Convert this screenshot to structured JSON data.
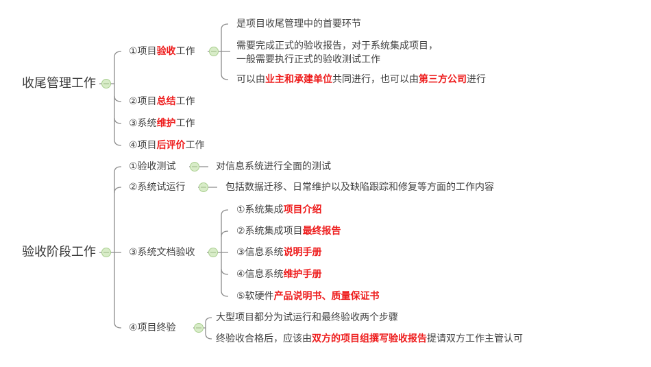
{
  "colors": {
    "text": "#404040",
    "highlight": "#ee1c1c",
    "connector": "#8c8c8c",
    "node_fill": "#d8ecc8",
    "node_stroke": "#a9cf8f"
  },
  "mindmap": {
    "closeout": {
      "label": "收尾管理工作",
      "children": [
        {
          "prefix": "①项目",
          "highlight": "验收",
          "suffix": "工作",
          "details": [
            {
              "text": "是项目收尾管理中的首要环节"
            },
            {
              "line1": "需要完成正式的验收报告，对于系统集成项目，",
              "line2": "一般需要执行正式的验收测试工作"
            },
            {
              "prefix": "可以由",
              "highlight1": "业主和承建单位",
              "middle": "共同进行，也可以由",
              "highlight2": "第三方公司",
              "suffix": "进行"
            }
          ]
        },
        {
          "prefix": "②项目",
          "highlight": "总结",
          "suffix": "工作"
        },
        {
          "prefix": "③系统",
          "highlight": "维护",
          "suffix": "工作"
        },
        {
          "prefix": "④项目",
          "highlight": "后评价",
          "suffix": "工作"
        }
      ]
    },
    "acceptance": {
      "label": "验收阶段工作",
      "children": [
        {
          "label": "①验收测试",
          "detail": "对信息系统进行全面的测试"
        },
        {
          "label": "②系统试运行",
          "detail": "包括数据迁移、日常维护以及缺陷跟踪和修复等方面的工作内容"
        },
        {
          "label": "③系统文档验收",
          "items": [
            {
              "prefix": "①系统集成",
              "highlight": "项目介绍"
            },
            {
              "prefix": "②系统集成项目",
              "highlight": "最终报告"
            },
            {
              "prefix": "③信息系统",
              "highlight": "说明手册"
            },
            {
              "prefix": "④信息系统",
              "highlight": "维护手册"
            },
            {
              "prefix": "⑤软硬件",
              "highlight": "产品说明书、质量保证书"
            }
          ]
        },
        {
          "label": "④项目终验",
          "details": [
            {
              "text": "大型项目都分为试运行和最终验收两个步骤"
            },
            {
              "prefix": "终验收合格后，应该由",
              "highlight": "双方的项目组撰写验收报告",
              "suffix": "提请双方工作主管认可"
            }
          ]
        }
      ]
    }
  }
}
